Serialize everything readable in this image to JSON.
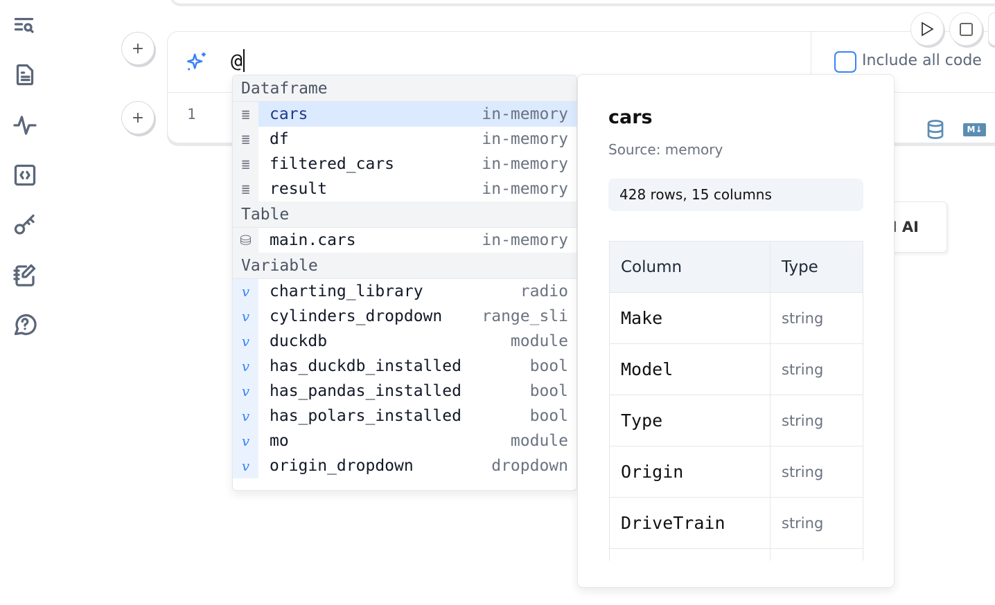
{
  "sidebar": {
    "items": [
      {
        "icon": "outline-search-icon"
      },
      {
        "icon": "document-icon"
      },
      {
        "icon": "activity-icon"
      },
      {
        "icon": "code-variable-icon"
      },
      {
        "icon": "key-icon"
      },
      {
        "icon": "notebook-pen-icon"
      },
      {
        "icon": "help-icon"
      }
    ]
  },
  "cell": {
    "prompt_value": "@",
    "line_number": "1",
    "include_all_code_label": "Include all code",
    "include_all_code_checked": false,
    "ai_button_partial": "I AI"
  },
  "autocomplete": {
    "sections": [
      {
        "title": "Dataframe",
        "items": [
          {
            "label": "cars",
            "type": "in-memory",
            "icon": "table-lines-icon",
            "selected": true
          },
          {
            "label": "df",
            "type": "in-memory",
            "icon": "table-lines-icon"
          },
          {
            "label": "filtered_cars",
            "type": "in-memory",
            "icon": "table-lines-icon"
          },
          {
            "label": "result",
            "type": "in-memory",
            "icon": "table-lines-icon"
          }
        ]
      },
      {
        "title": "Table",
        "items": [
          {
            "label": "main.cars",
            "type": "in-memory",
            "icon": "database-icon"
          }
        ]
      },
      {
        "title": "Variable",
        "items": [
          {
            "label": "charting_library",
            "type": "radio",
            "icon": "variable-icon"
          },
          {
            "label": "cylinders_dropdown",
            "type": "range_sli",
            "icon": "variable-icon"
          },
          {
            "label": "duckdb",
            "type": "module",
            "icon": "variable-icon"
          },
          {
            "label": "has_duckdb_installed",
            "type": "bool",
            "icon": "variable-icon"
          },
          {
            "label": "has_pandas_installed",
            "type": "bool",
            "icon": "variable-icon"
          },
          {
            "label": "has_polars_installed",
            "type": "bool",
            "icon": "variable-icon"
          },
          {
            "label": "mo",
            "type": "module",
            "icon": "variable-icon"
          },
          {
            "label": "origin_dropdown",
            "type": "dropdown",
            "icon": "variable-icon"
          }
        ]
      }
    ]
  },
  "info": {
    "title": "cars",
    "source": "Source: memory",
    "stats": "428 rows, 15 columns",
    "columns_header": [
      "Column",
      "Type"
    ],
    "rows": [
      [
        "Make",
        "string"
      ],
      [
        "Model",
        "string"
      ],
      [
        "Type",
        "string"
      ],
      [
        "Origin",
        "string"
      ],
      [
        "DriveTrain",
        "string"
      ]
    ]
  },
  "colors": {
    "accent": "#3b82f6",
    "selected_row": "#dbeafe",
    "icon_gray": "#5b6679",
    "db_icon": "#5b8db3"
  }
}
